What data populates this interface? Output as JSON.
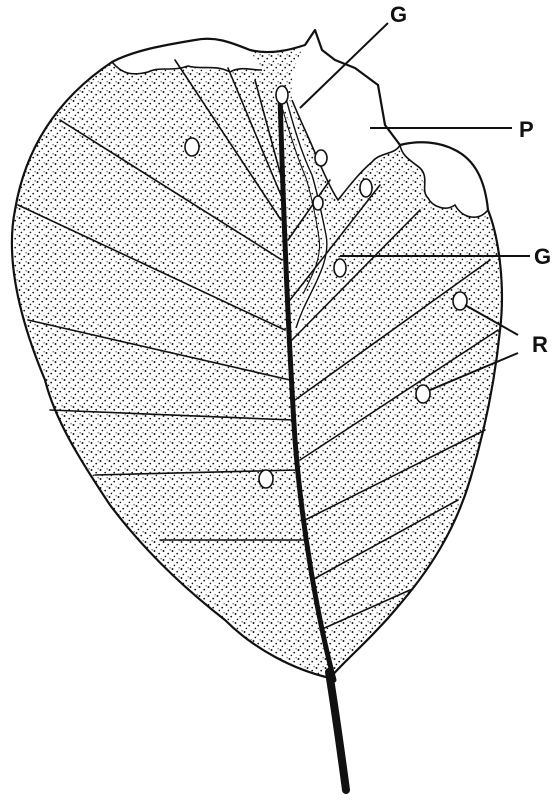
{
  "labels": {
    "g_top": "G",
    "p": "P",
    "g_mid": "G",
    "r": "R"
  },
  "colors": {
    "ink": "#111111",
    "paper": "#ffffff"
  }
}
